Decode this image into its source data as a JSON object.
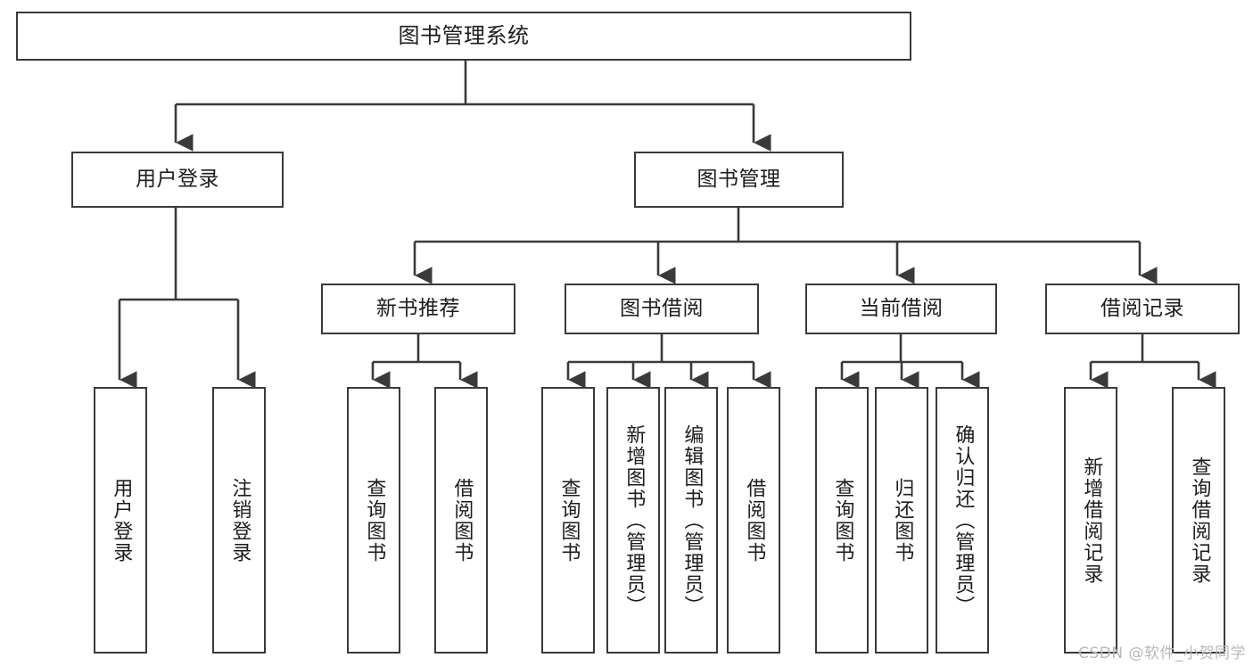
{
  "diagram": {
    "title": "图书管理系统",
    "root": {
      "label": "图书管理系统"
    },
    "level2": [
      {
        "label": "用户登录"
      },
      {
        "label": "图书管理"
      }
    ],
    "level3": [
      {
        "label": "新书推荐"
      },
      {
        "label": "图书借阅"
      },
      {
        "label": "当前借阅"
      },
      {
        "label": "借阅记录"
      }
    ],
    "leaves": {
      "user_login": [
        {
          "label": "用户登录"
        },
        {
          "label": "注销登录"
        }
      ],
      "new_book_recommend": [
        {
          "label": "查询图书"
        },
        {
          "label": "借阅图书"
        }
      ],
      "book_borrow": [
        {
          "label": "查询图书"
        },
        {
          "label": "新增图书（管理员）"
        },
        {
          "label": "编辑图书（管理员）"
        },
        {
          "label": "借阅图书"
        }
      ],
      "current_borrow": [
        {
          "label": "查询图书"
        },
        {
          "label": "归还图书"
        },
        {
          "label": "确认归还（管理员）"
        }
      ],
      "borrow_record": [
        {
          "label": "新增借阅记录"
        },
        {
          "label": "查询借阅记录"
        }
      ]
    },
    "colors": {
      "stroke": "#3a3a3a",
      "background": "#ffffff",
      "text": "#1d1d1d",
      "watermark": "#b9b9b9"
    }
  },
  "watermark": {
    "text": "CSDN @软件_小贺同学"
  }
}
